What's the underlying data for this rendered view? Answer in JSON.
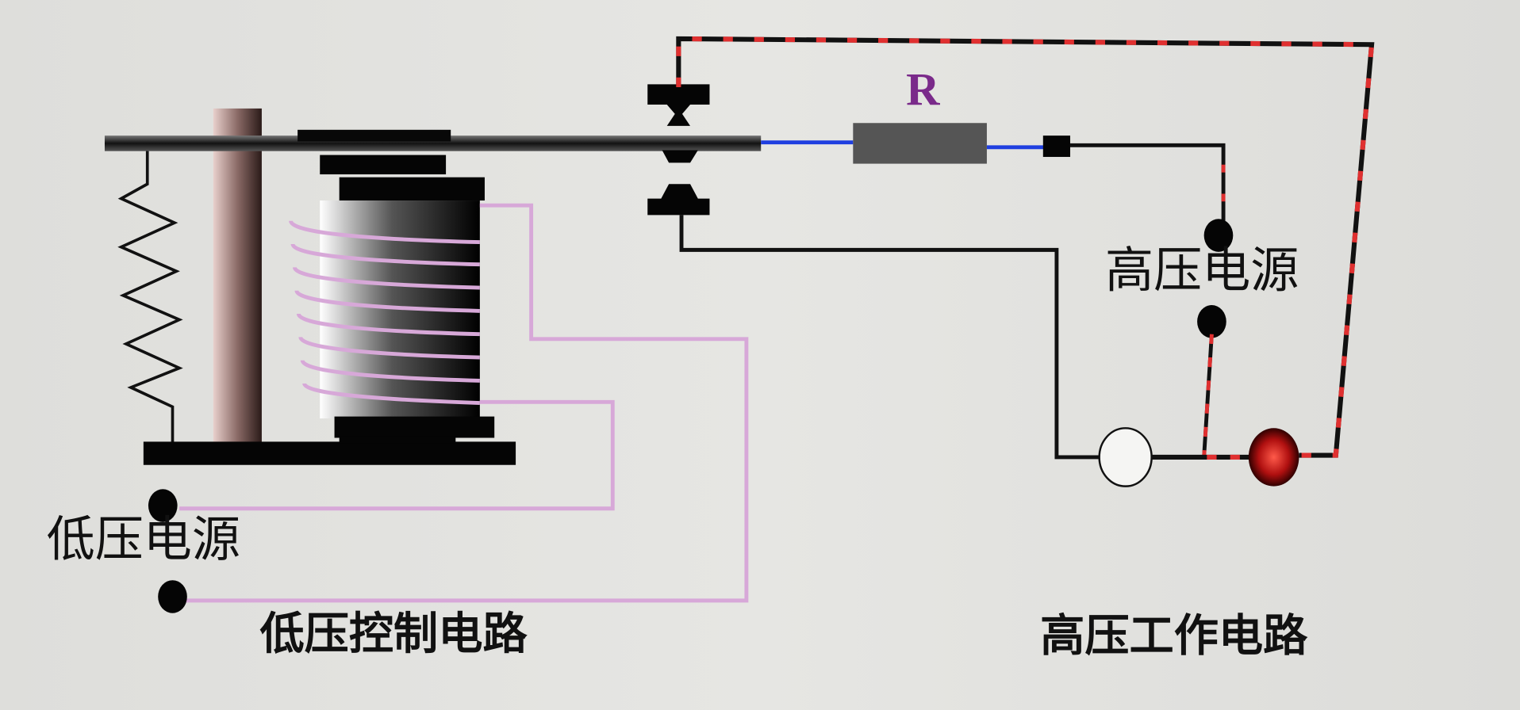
{
  "labels": {
    "resistor": "R",
    "high_voltage_source": "高压电源",
    "low_voltage_source": "低压电源",
    "low_voltage_control_circuit": "低压控制电路",
    "high_voltage_working_circuit": "高压工作电路"
  },
  "colors": {
    "background": "#e3e3e0",
    "wire": "#111111",
    "coil_wire": "#d7a8d8",
    "resistor_lead": "#1f3fe0",
    "resistor_body": "#555555",
    "resistor_label": "#7a2a8a",
    "dash_red": "#e03030",
    "lamp_lit": "#c01010"
  }
}
